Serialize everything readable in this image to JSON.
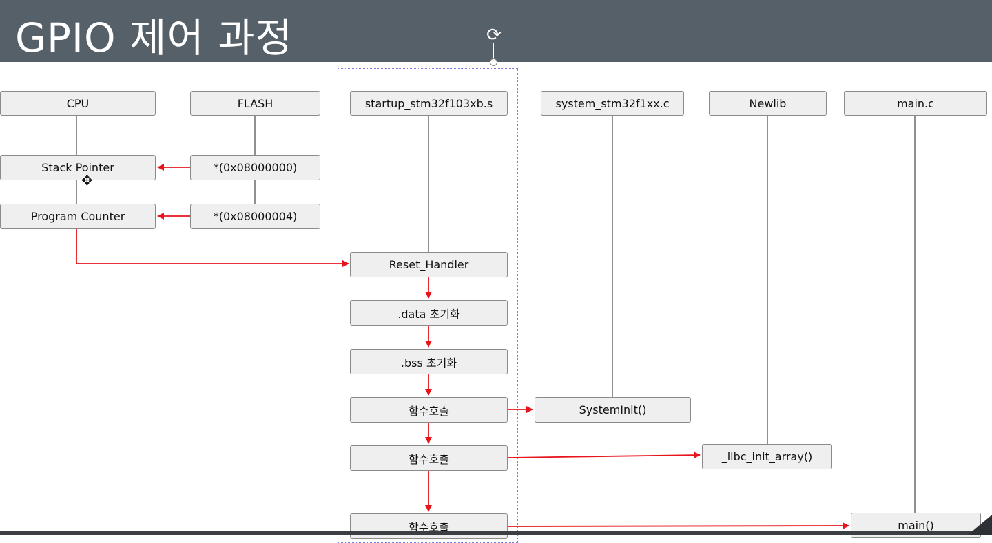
{
  "slide": {
    "title": "GPIO 제어 과정"
  },
  "lanes": {
    "cpu": "CPU",
    "flash": "FLASH",
    "startup": "startup_stm32f103xb.s",
    "system": "system_stm32f1xx.c",
    "newlib": "Newlib",
    "main": "main.c"
  },
  "nodes": {
    "stack_pointer": "Stack Pointer",
    "program_counter": "Program Counter",
    "flash_addr_0": "*(0x08000000)",
    "flash_addr_4": "*(0x08000004)",
    "reset_handler": "Reset_Handler",
    "data_init": ".data 초기화",
    "bss_init": ".bss 초기화",
    "call_1": "함수호출",
    "call_2": "함수호출",
    "call_3": "함수호출",
    "system_init": "SystemInit()",
    "libc_init": "_libc_init_array()",
    "main_func": "main()"
  },
  "colors": {
    "header_bg": "#566069",
    "arrow": "#e8141c",
    "lifeline": "#555555",
    "box_fill": "#efefef",
    "box_border": "#8a8a8a",
    "selection": "#7a7ae0"
  },
  "icons": {
    "rotate": "rotate-handle-icon",
    "cursor": "move-cursor-icon"
  }
}
